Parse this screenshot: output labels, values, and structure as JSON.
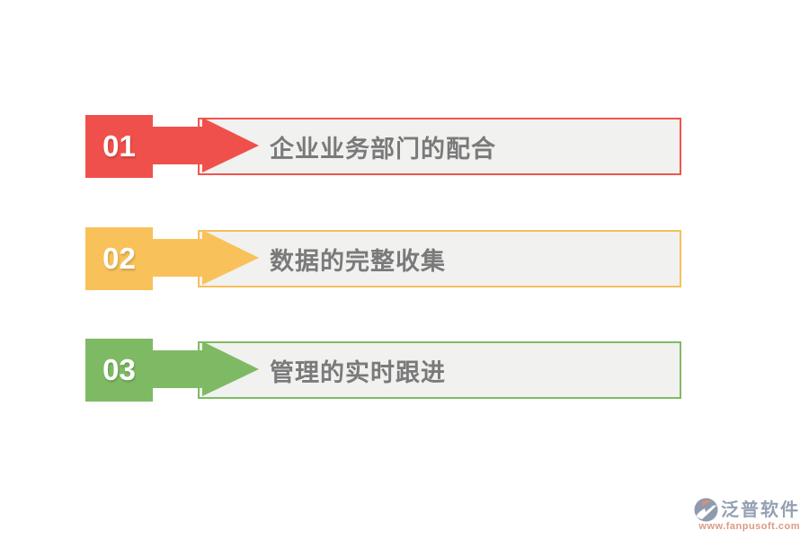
{
  "slide": {
    "background": "#ffffff",
    "box_background": "#f1f1f0",
    "label_text_color": "#7a7a7a"
  },
  "rows": [
    {
      "number": "01",
      "label": "企业业务部门的配合",
      "accent": "#f0504b"
    },
    {
      "number": "02",
      "label": "数据的完整收集",
      "accent": "#f9c159"
    },
    {
      "number": "03",
      "label": "管理的实时跟进",
      "accent": "#7eba63"
    }
  ],
  "watermark": {
    "logo_icon": "fanpu-logo-circle",
    "brand": "泛普软件",
    "url": "www.fanpusoft.com",
    "brand_color": "#94a1b3",
    "url_color": "#dc9a84"
  }
}
